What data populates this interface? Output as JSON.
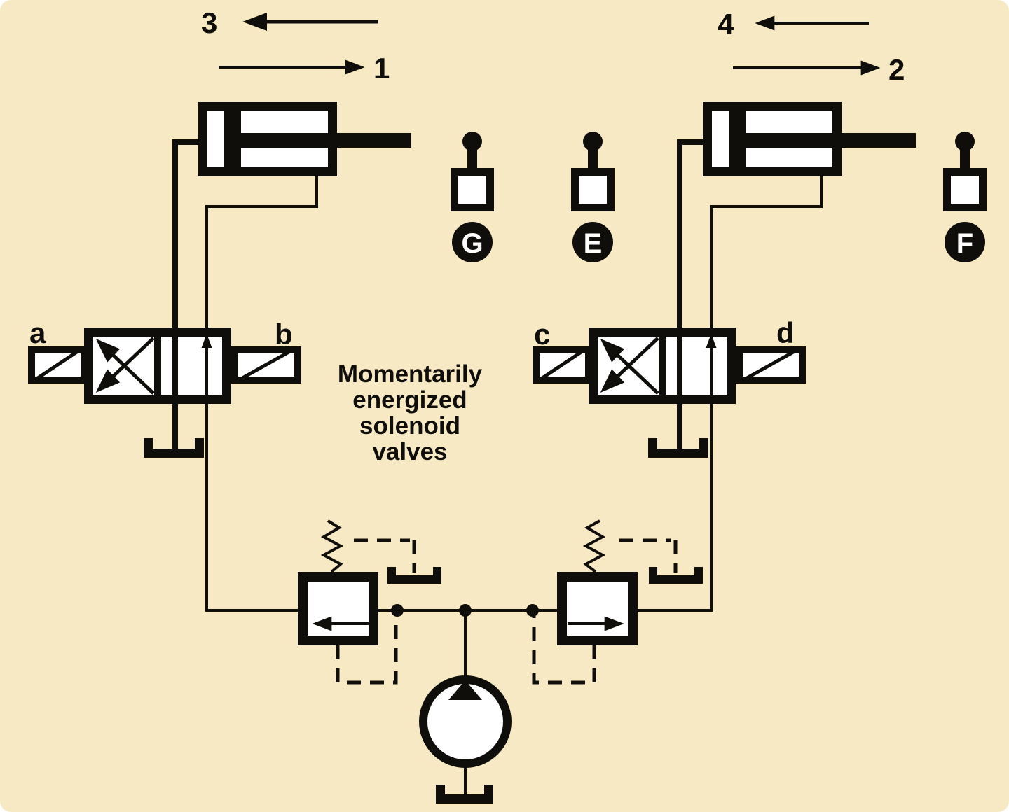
{
  "colors": {
    "background": "#f8e9c5",
    "ink": "#0f0e0a",
    "badge_text": "#ffffff"
  },
  "caption": {
    "line1": "Momentarily",
    "line2": "energized",
    "line3": "solenoid",
    "line4": "valves"
  },
  "motion_labels": {
    "arrow1": "1",
    "arrow2": "2",
    "arrow3": "3",
    "arrow4": "4"
  },
  "solenoid_labels": {
    "a": "a",
    "b": "b",
    "c": "c",
    "d": "d"
  },
  "switch_labels": {
    "g": "G",
    "e": "E",
    "f": "F"
  }
}
